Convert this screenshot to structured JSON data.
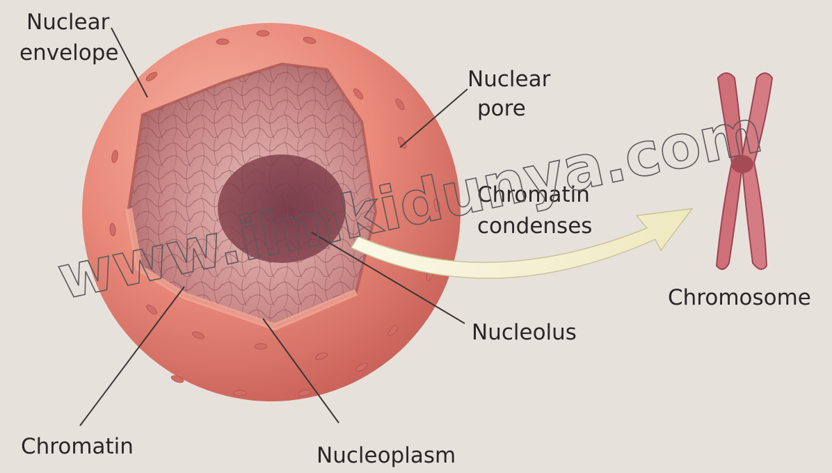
{
  "labels": {
    "nuclear_envelope_line1": "Nuclear",
    "nuclear_envelope_line2": "envelope",
    "nuclear_pore_line1": "Nuclear",
    "nuclear_pore_line2": "pore",
    "chromatin_condenses_line1": "Chromatin",
    "chromatin_condenses_line2": "condenses",
    "chromosome": "Chromosome",
    "nucleolus": "Nucleolus",
    "chromatin": "Chromatin",
    "nucleoplasm": "Nucleoplasm"
  },
  "watermark": "www.ilmkidunya.com",
  "colors": {
    "background": "#e7e1dc",
    "envelope": "#e9897a",
    "interior": "#c9837f",
    "nucleolus": "#7e3f47",
    "chromosome": "#cf6f78",
    "arrow": "#f4f0cf"
  },
  "icons": {
    "arrow": "curved-arrow-right"
  }
}
